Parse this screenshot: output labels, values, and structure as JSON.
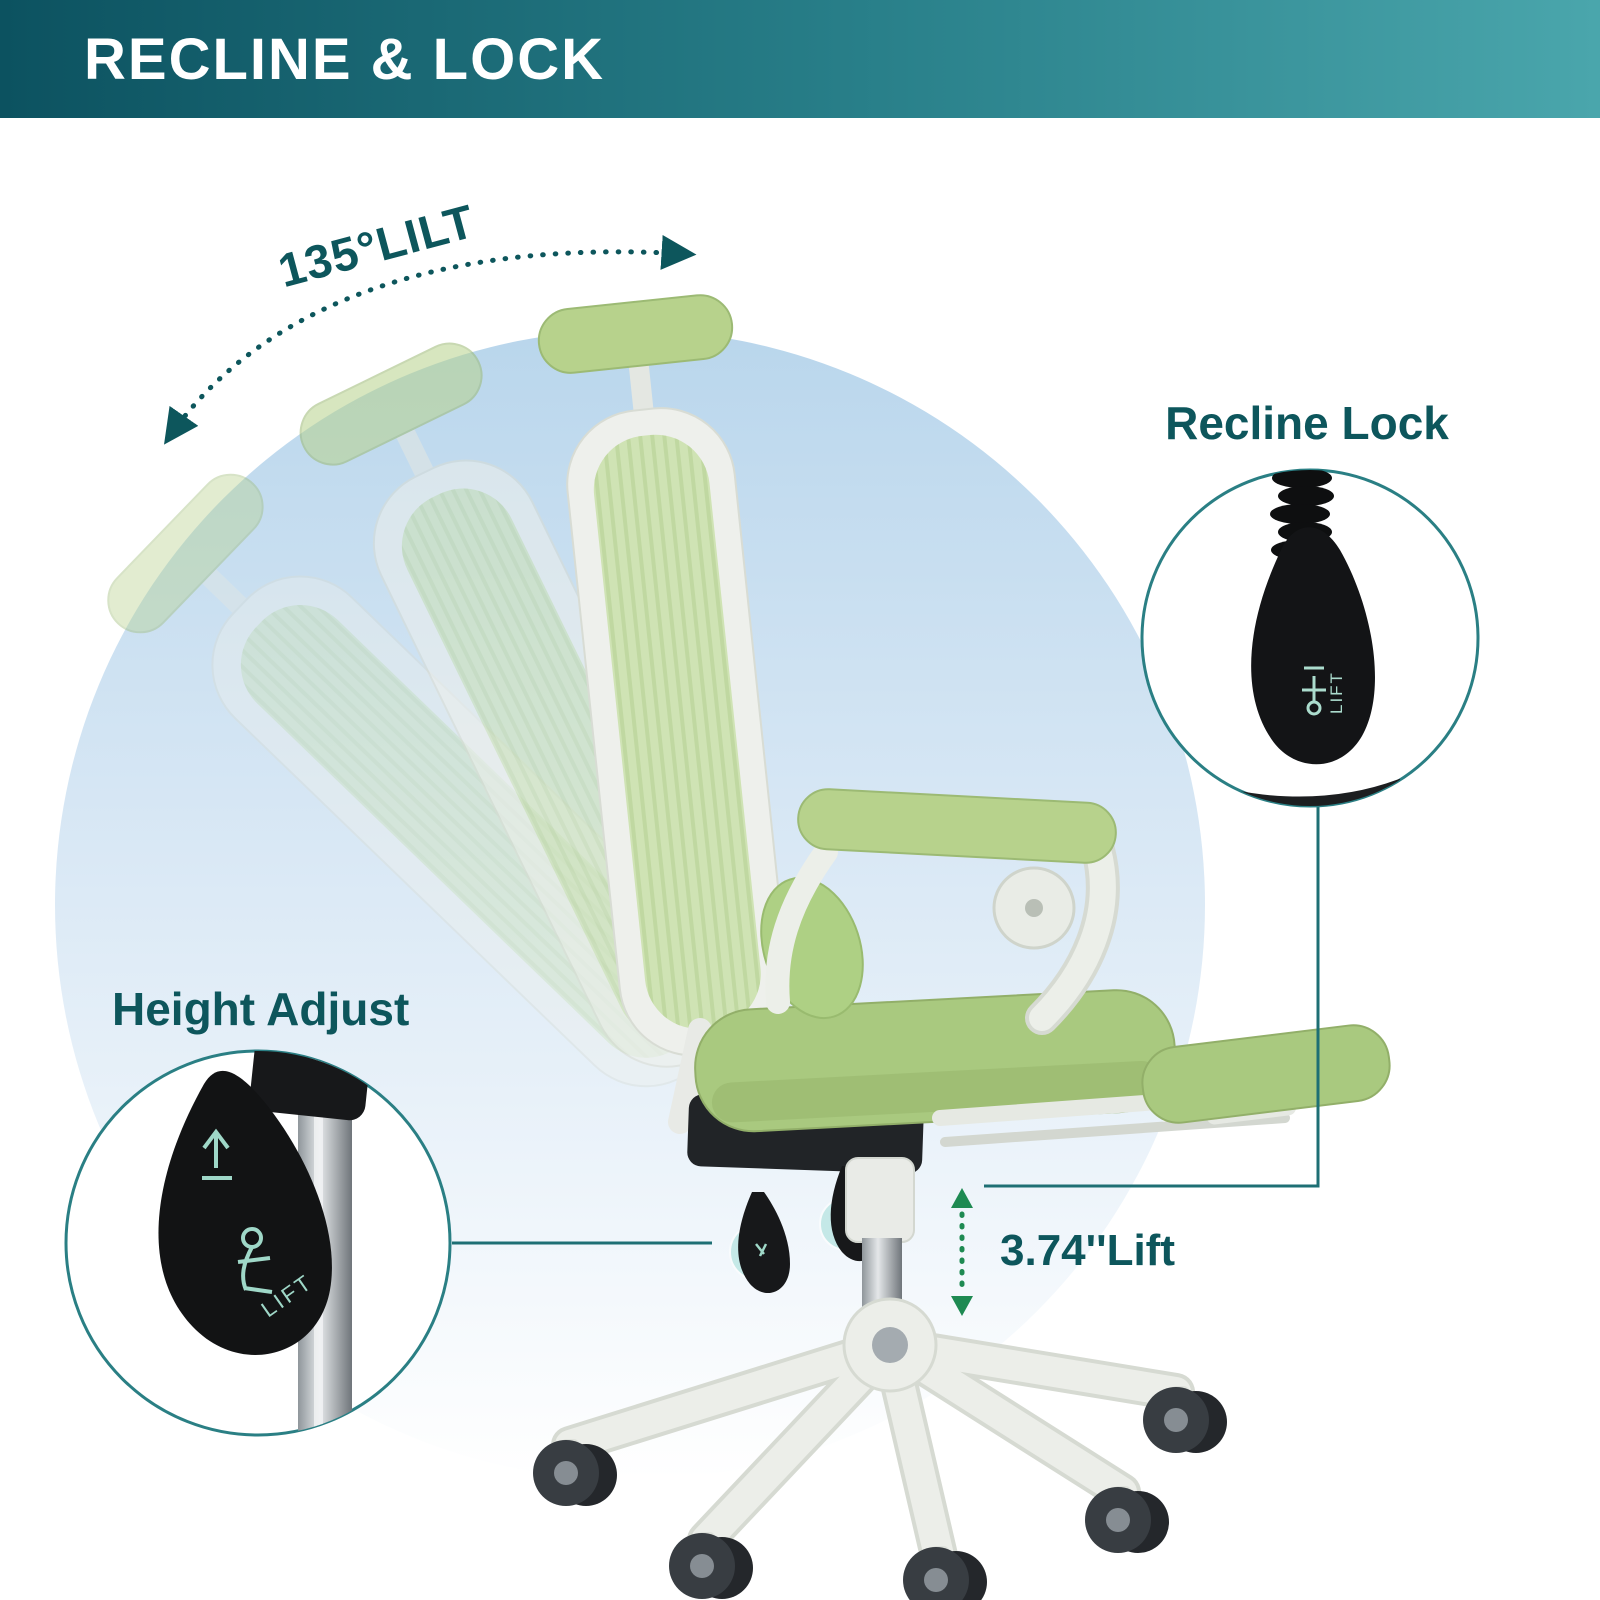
{
  "banner": {
    "title": "RECLINE & LOCK"
  },
  "annotations": {
    "tilt_label": "135°LILT",
    "recline_lock_label": "Recline Lock",
    "height_adjust_label": "Height Adjust",
    "lift_label": "3.74''Lift"
  },
  "levers": {
    "lift_text": "LIFT"
  },
  "icons": {
    "tilt_arc": "dotted-arc-double-arrow",
    "lift_range": "dotted-vertical-double-arrow",
    "recline_lock": "black-tension-lever-with-spring",
    "height_adjust": "black-lift-lever-with-gas-cylinder"
  },
  "colors": {
    "banner_gradient_left": "#0c5260",
    "banner_gradient_right": "#4aa6ac",
    "label_teal": "#0d565c",
    "connector_teal": "#1e6f74",
    "lift_arrow_green": "#1e8a52",
    "dome_blue_top": "#b9d6ec",
    "chair_green": "#a9c97f",
    "mesh_green": "#cfe3b4",
    "frame_white": "#eef0ec",
    "lever_black": "#131416",
    "glyph_teal": "#9fd8c8"
  }
}
